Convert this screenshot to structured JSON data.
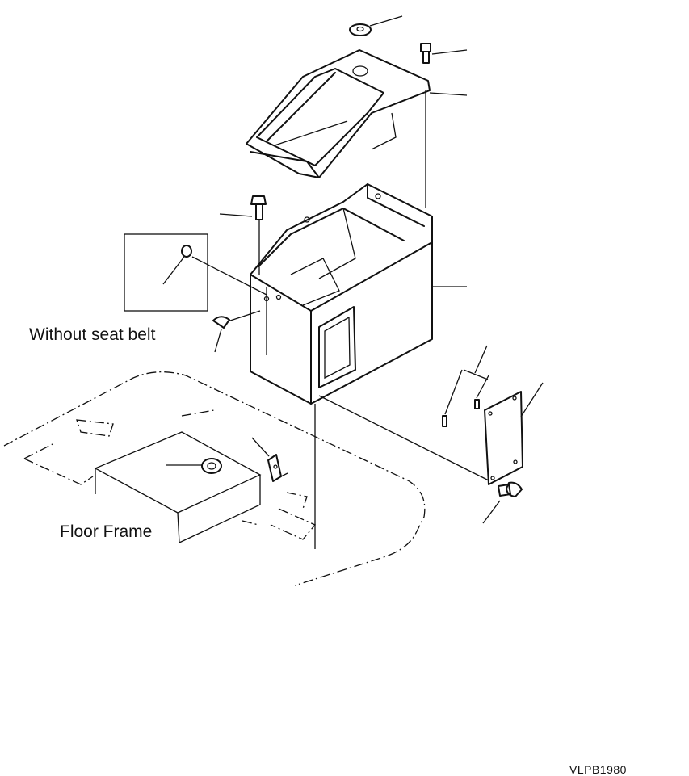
{
  "labels": {
    "without_seat_belt": "Without seat belt",
    "floor_frame": "Floor Frame",
    "drawing_code": "VLPB1980"
  },
  "colors": {
    "line": "#111111",
    "background": "#ffffff"
  }
}
